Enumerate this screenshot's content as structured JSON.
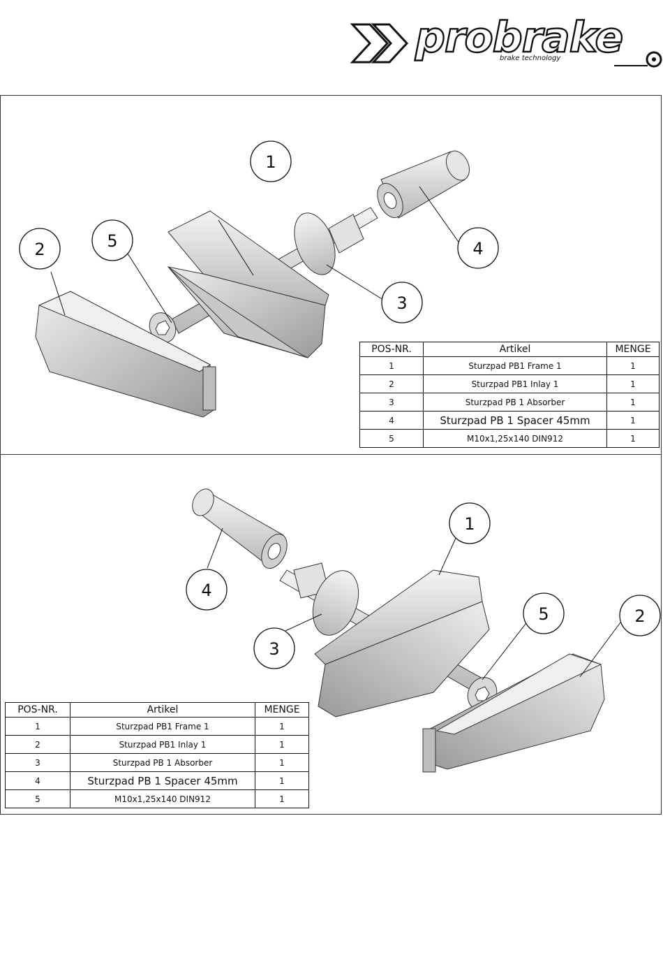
{
  "logo": {
    "wordmark": "probrake",
    "tagline": "brake technology"
  },
  "table": {
    "headers": {
      "pos": "POS-NR.",
      "article": "Artikel",
      "qty": "MENGE"
    },
    "rows": [
      {
        "pos": "1",
        "article": "Sturzpad PB1 Frame 1",
        "qty": "1"
      },
      {
        "pos": "2",
        "article": "Sturzpad PB1 Inlay 1",
        "qty": "1"
      },
      {
        "pos": "3",
        "article": "Sturzpad PB 1 Absorber",
        "qty": "1"
      },
      {
        "pos": "4",
        "article": "Sturzpad PB 1 Spacer 45mm",
        "qty": "1"
      },
      {
        "pos": "5",
        "article": "M10x1,25x140 DIN912",
        "qty": "1"
      }
    ]
  },
  "callouts": {
    "c1": "1",
    "c2": "2",
    "c3": "3",
    "c4": "4",
    "c5": "5"
  }
}
